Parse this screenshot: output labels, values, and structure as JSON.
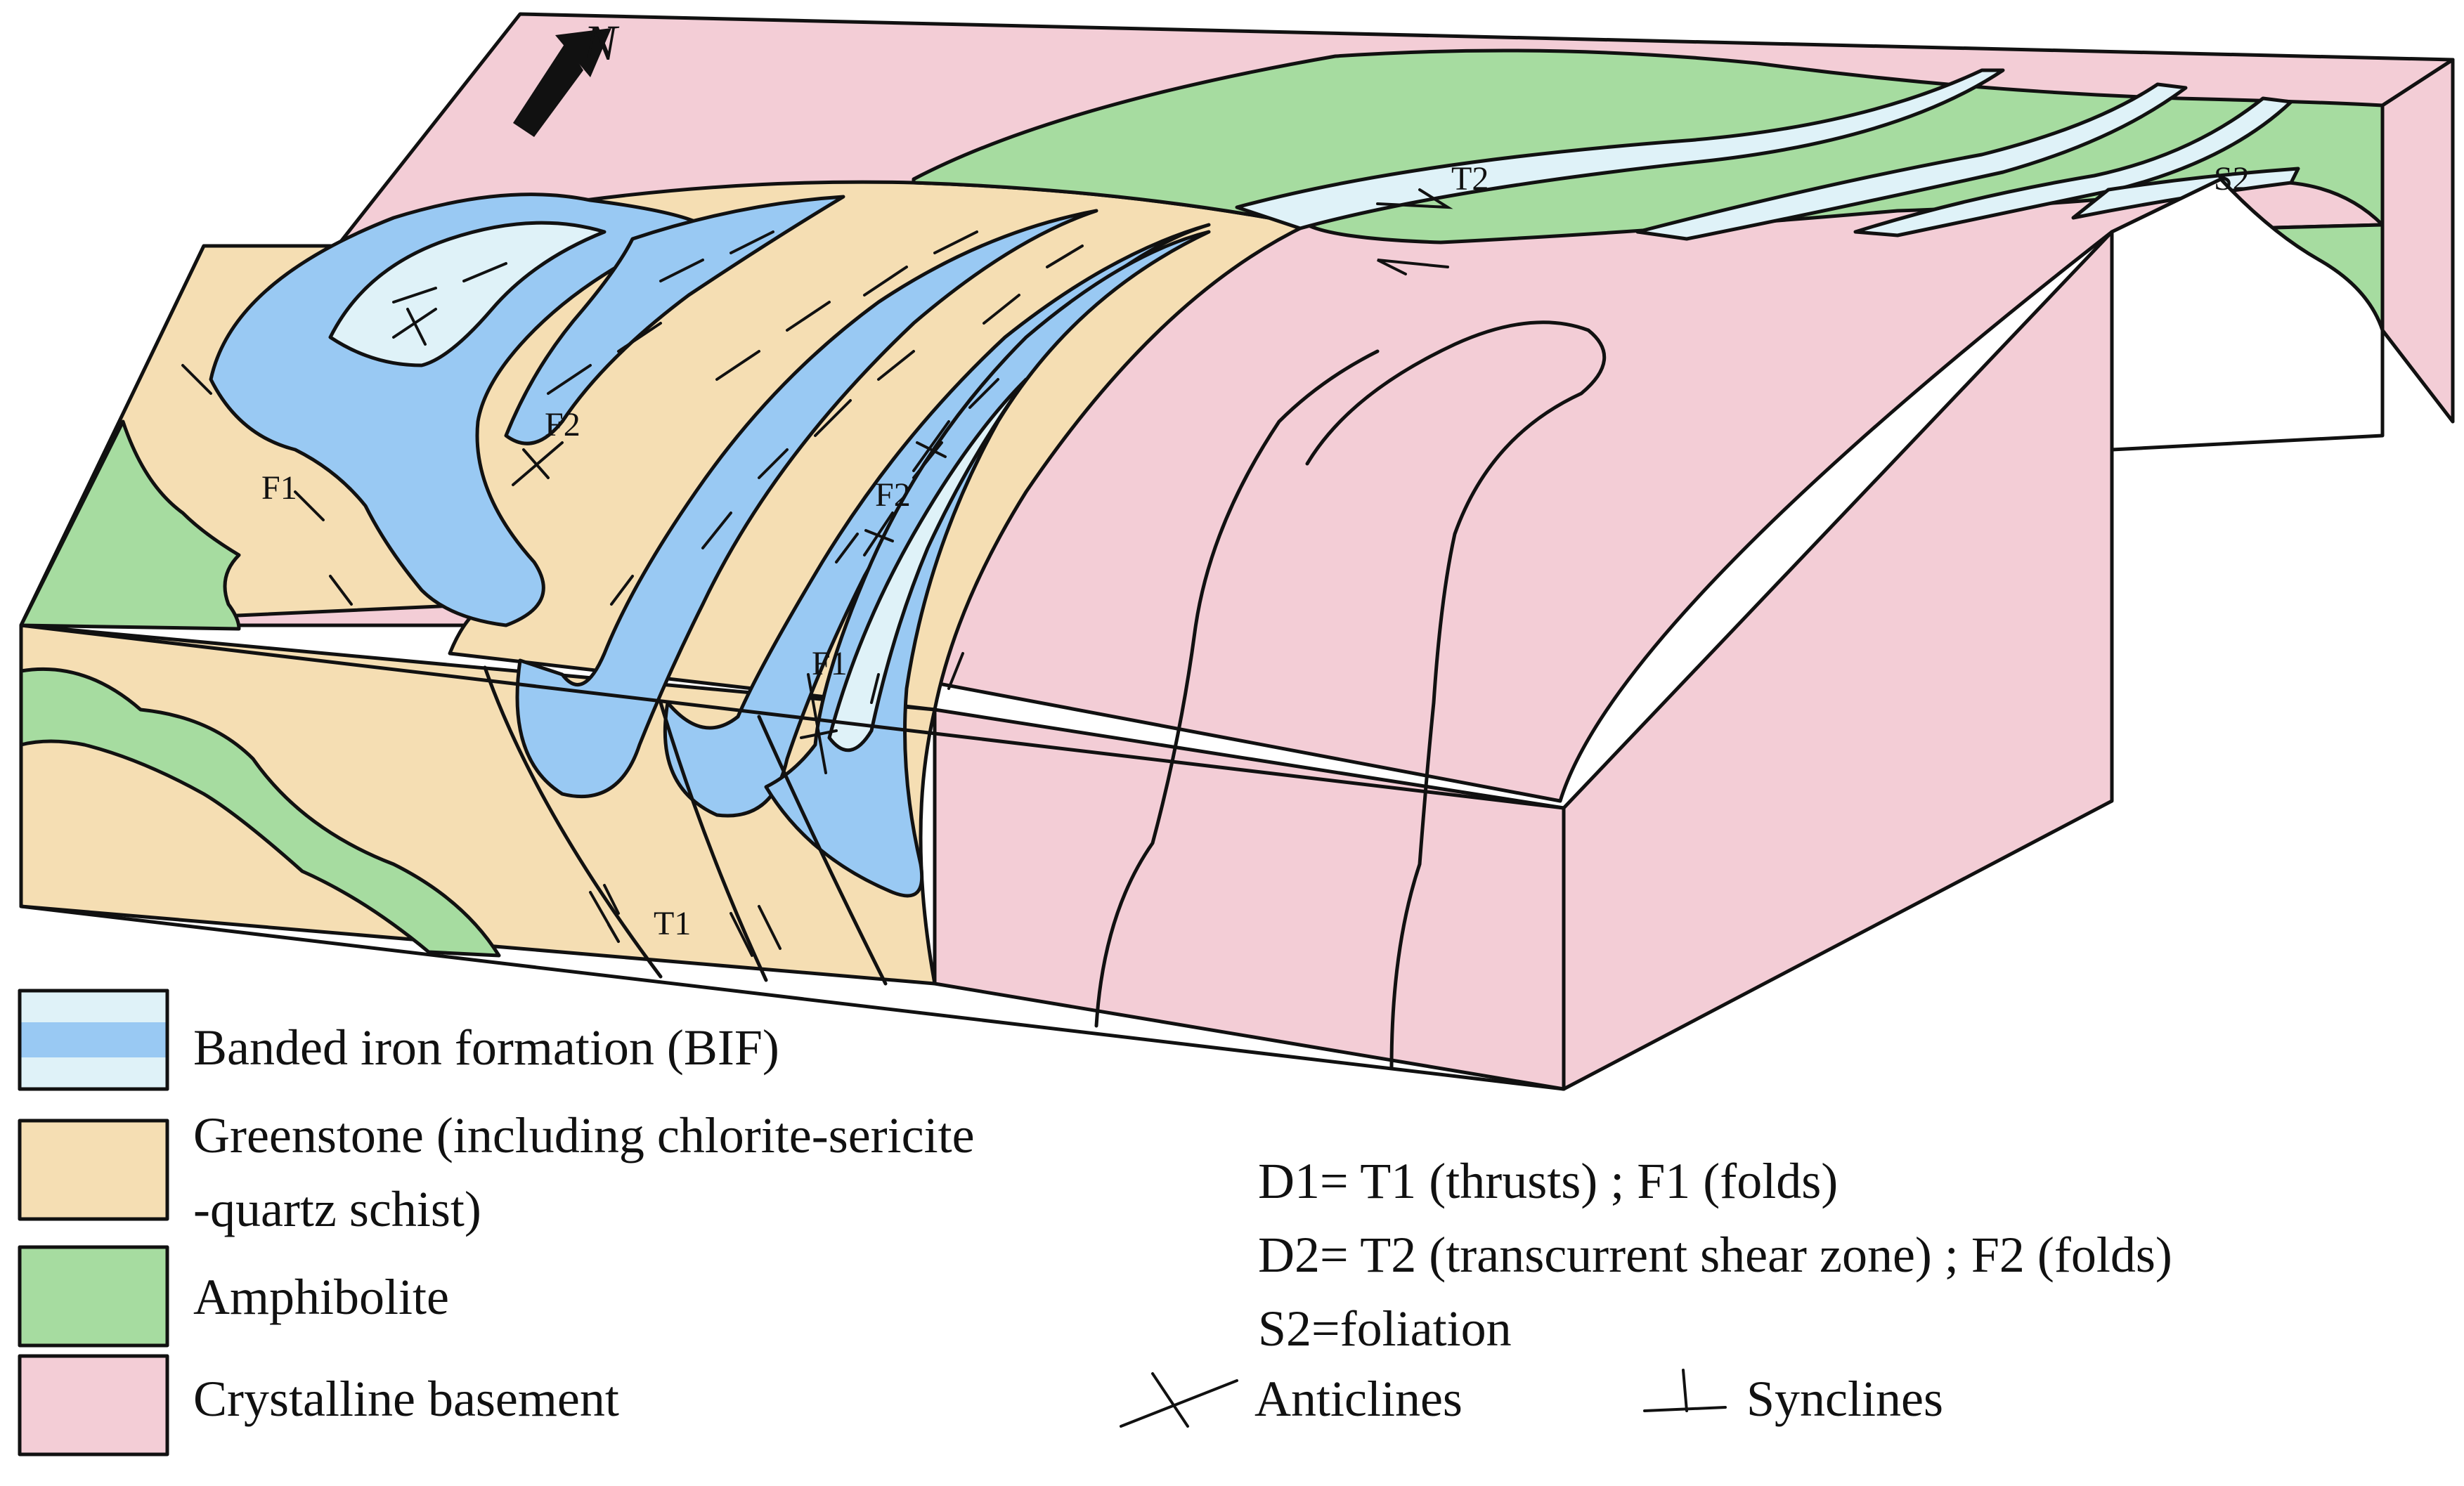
{
  "colors": {
    "basement": "#f3cdd6",
    "greenstone": "#f5deb3",
    "amphibolite": "#a6dca0",
    "bif_dark": "#99c9f3",
    "bif_light": "#dff2f8",
    "line": "#111111"
  },
  "icons": {
    "north_arrow": "north-arrow-icon",
    "anticline": "anticline-symbol-icon",
    "syncline": "syncline-symbol-icon"
  },
  "map_labels": {
    "north": "N",
    "f1_left": "F1",
    "f2_left": "F2",
    "f2_right": "F2",
    "f1_center": "F1",
    "t1": "T1",
    "t2": "T2",
    "s2": "S2"
  },
  "legend": {
    "bif": "Banded iron formation (BIF)",
    "greenstone_line1": "Greenstone (including chlorite-sericite",
    "greenstone_line2": "-quartz schist)",
    "amphibolite": "Amphibolite",
    "basement": "Crystalline basement"
  },
  "notes": {
    "d1": "D1= T1 (thrusts) ; F1 (folds)",
    "d2": "D2= T2 (transcurrent shear zone) ; F2 (folds)",
    "s2": "S2=foliation",
    "anticlines": "Anticlines",
    "synclines": "Synclines"
  }
}
